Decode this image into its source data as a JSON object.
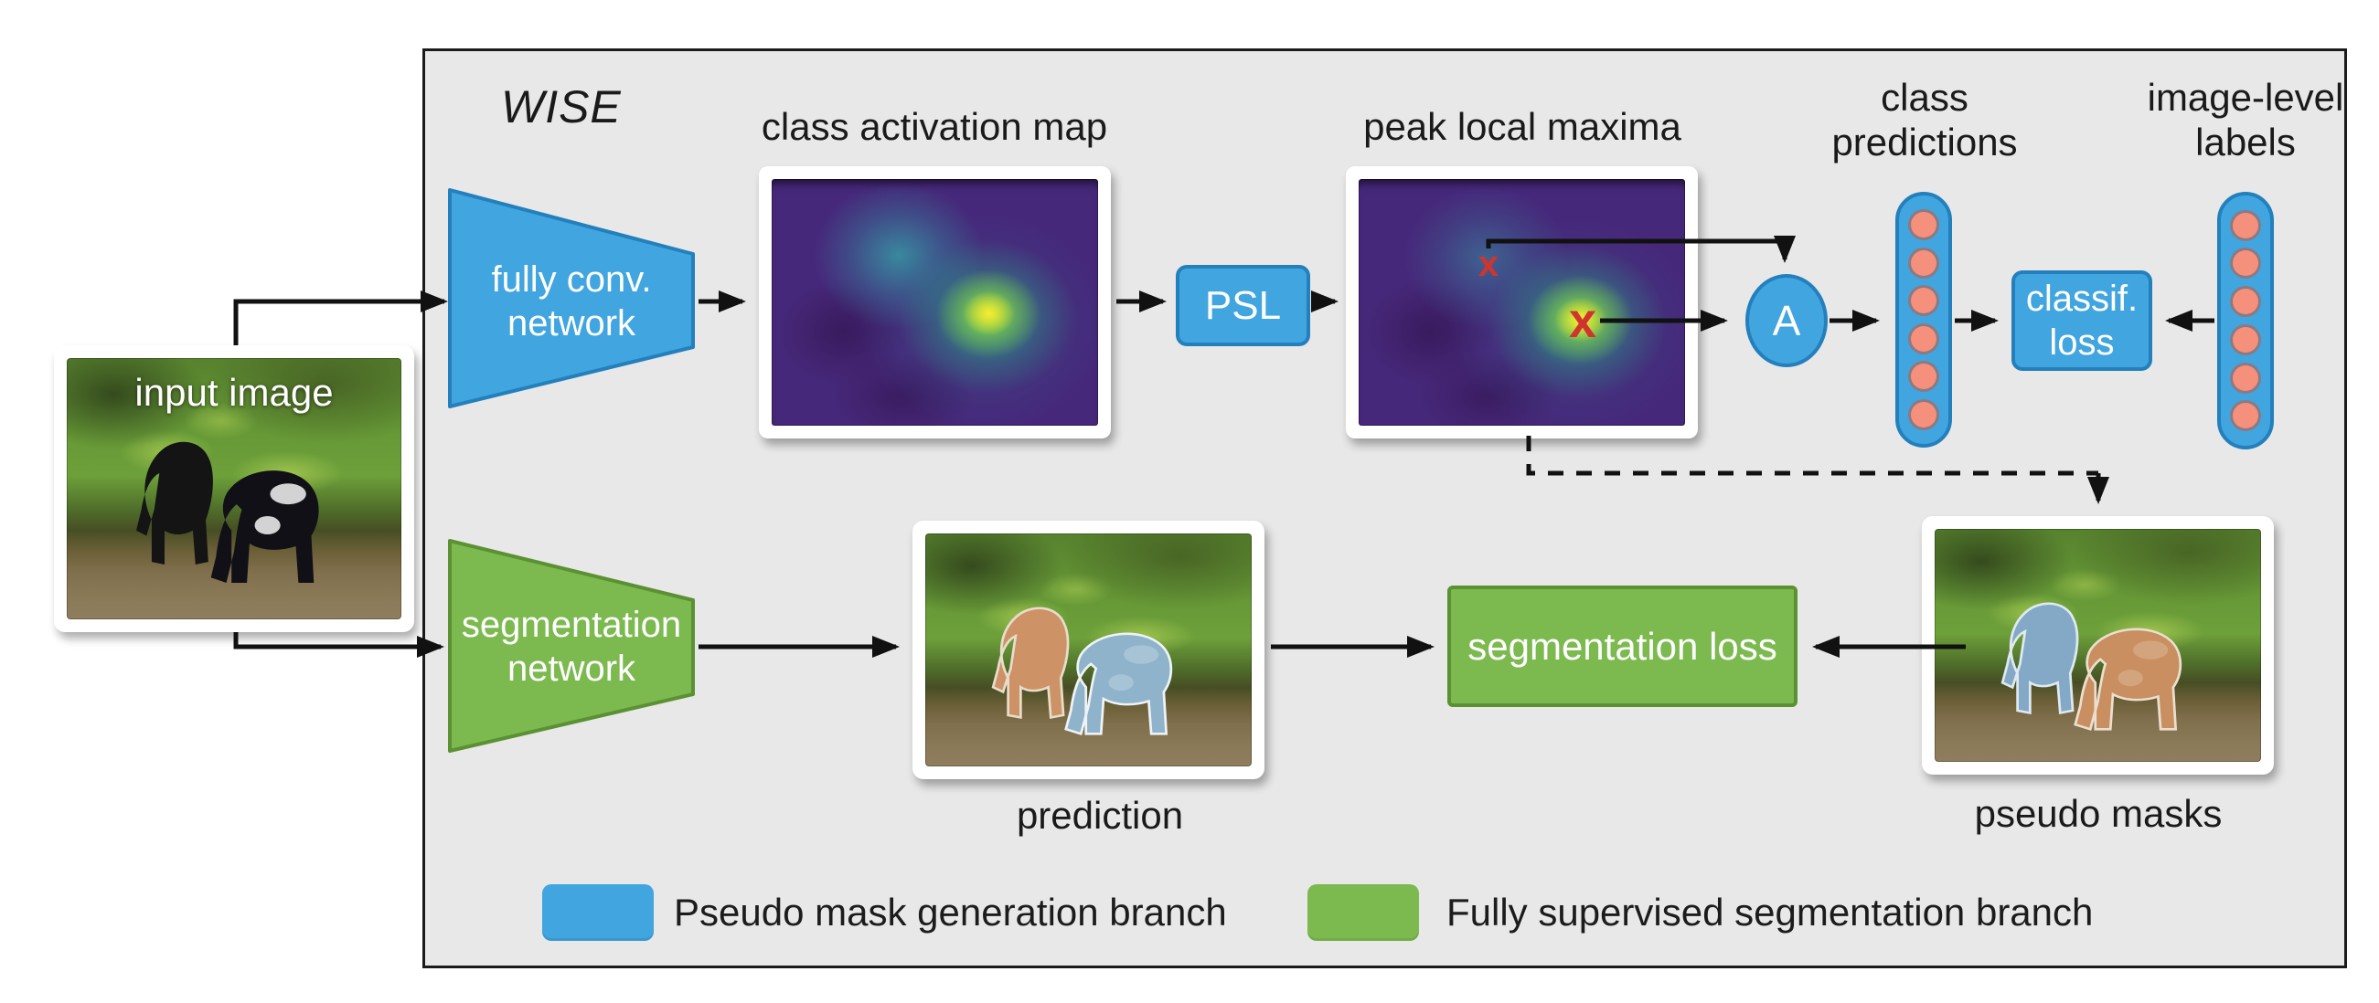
{
  "title": "WISE",
  "input_label": "input image",
  "branch1": {
    "fcn_line1": "fully conv.",
    "fcn_line2": "network",
    "cam_label": "class activation map",
    "psl": "PSL",
    "plm_label": "peak local maxima",
    "x_small": "x",
    "x_big": "x",
    "aggregator": "A",
    "pred_label_line1": "class",
    "pred_label_line2": "predictions",
    "classif_line1": "classif.",
    "classif_line2": "loss",
    "ill_line1": "image-level",
    "ill_line2": "labels"
  },
  "branch2": {
    "segnet_line1": "segmentation",
    "segnet_line2": "network",
    "prediction_label": "prediction",
    "seg_loss": "segmentation loss",
    "pseudo_masks_label": "pseudo masks"
  },
  "capsule_units": 6,
  "legend": [
    {
      "label": "Pseudo mask generation branch",
      "color": "#41A5DF"
    },
    {
      "label": "Fully supervised segmentation branch",
      "color": "#7CBA50"
    }
  ],
  "colors": {
    "accent_blue": "#41A5DF",
    "blue_border": "#2380BC",
    "accent_green": "#7CBA50",
    "green_border": "#5B9133",
    "dot_fill": "#F5907D",
    "heat_bg": "#46287A",
    "heat_teal": "#2E8A9C",
    "heat_green": "#2FB47C",
    "heat_yellow": "#F6E926",
    "x_mark": "#D1342E",
    "panel_bg": "#E8E8E8",
    "panel_border": "#1B1B1B",
    "line": "#111111",
    "mask_orange": "#C98F63",
    "mask_blue": "#87A9C3"
  }
}
